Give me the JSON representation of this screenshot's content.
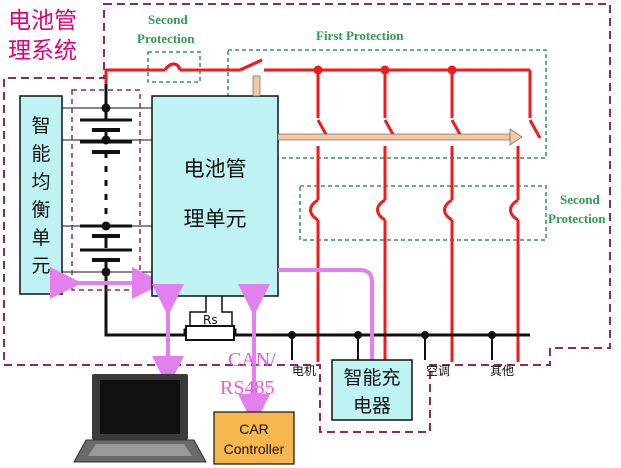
{
  "title": {
    "line1": "电池管",
    "line2": "理系统"
  },
  "second_protection_top": {
    "line1": "Second",
    "line2": "Protection"
  },
  "first_protection": "First Protection",
  "second_protection_right": {
    "line1": "Second",
    "line2": "Protection"
  },
  "balancer": {
    "chars": [
      "智",
      "能",
      "均",
      "衡",
      "单",
      "元"
    ]
  },
  "bmu": {
    "line1": "电池管",
    "line2": "理单元"
  },
  "resistor_label": "Rs",
  "comm_label": {
    "line1": "CAN/",
    "line2": "RS485"
  },
  "car_controller": {
    "line1": "CAR",
    "line2": "Controller"
  },
  "charger": {
    "line1": "智能充",
    "line2": "电器"
  },
  "loads": {
    "motor": "电机",
    "aircon": "空调",
    "other": "其他"
  },
  "colors": {
    "power_line": "#ee1c1c",
    "ground_line": "#111111",
    "boundary": "#8a2a6e",
    "protection_box": "#2f9a55",
    "module_fill": "#bff3f3",
    "comm_arrow": "#e280ee",
    "control_arrow": "#f4c8a4",
    "comm_text": "#e65ae6",
    "car_box": "#f6b84e"
  }
}
